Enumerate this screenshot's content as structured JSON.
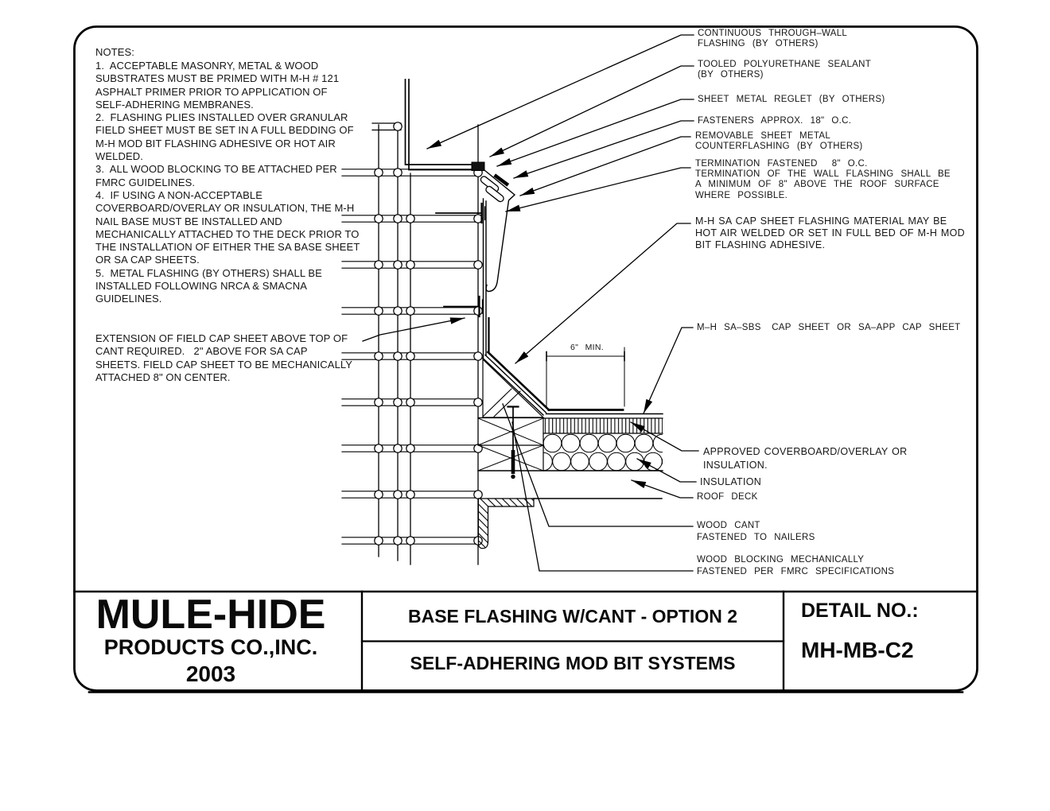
{
  "colors": {
    "line": "#000000",
    "background": "#ffffff"
  },
  "notes": {
    "title": "NOTES:",
    "body": "1.  ACCEPTABLE MASONRY, METAL & WOOD\nSUBSTRATES MUST BE PRIMED WITH M-H # 121\nASPHALT PRIMER PRIOR TO APPLICATION OF\nSELF-ADHERING MEMBRANES.\n2.  FLASHING PLIES INSTALLED OVER GRANULAR\nFIELD SHEET MUST BE SET IN A FULL BEDDING OF\nM-H MOD BIT FLASHING ADHESIVE OR HOT AIR\nWELDED.\n3.  ALL WOOD BLOCKING TO BE ATTACHED PER\nFMRC GUIDELINES.\n4.  IF USING A NON-ACCEPTABLE\nCOVERBOARD/OVERLAY OR INSULATION, THE M-H\nNAIL BASE MUST BE INSTALLED AND\nMECHANICALLY ATTACHED TO THE DECK PRIOR TO\nTHE INSTALLATION OF EITHER THE SA BASE SHEET\nOR SA CAP SHEETS.\n5.  METAL FLASHING (BY OTHERS) SHALL BE\nINSTALLED FOLLOWING NRCA & SMACNA\nGUIDELINES."
  },
  "extension_note": "EXTENSION OF FIELD CAP SHEET ABOVE TOP OF\nCANT REQUIRED.   2\" ABOVE FOR SA CAP\nSHEETS. FIELD CAP SHEET TO BE MECHANICALLY\nATTACHED 8\" ON CENTER.",
  "callouts": {
    "through_wall_flashing": "CONTINUOUS  THROUGH–WALL\nFLASHING  (BY  OTHERS)",
    "sealant": "TOOLED  POLYURETHANE  SEALANT\n(BY  OTHERS)",
    "reglet": "SHEET  METAL  REGLET  (BY  OTHERS)",
    "fasteners": "FASTENERS  APPROX.  18\"  O.C.",
    "counterflashing": "REMOVABLE  SHEET  METAL\nCOUNTERFLASHING  (BY  OTHERS)",
    "termination": "TERMINATION  FASTENED    8\"  O.C.\nTERMINATION  OF  THE  WALL  FLASHING  SHALL  BE\nA  MINIMUM  OF  8\"  ABOVE  THE  ROOF  SURFACE\nWHERE  POSSIBLE.",
    "cap_sheet_adhesive": "M-H SA CAP SHEET FLASHING MATERIAL MAY BE\nHOT AIR WELDED OR SET IN FULL BED OF M-H MOD\nBIT FLASHING ADHESIVE.",
    "cap_sheet": "M–H  SA–SBS   CAP  SHEET  OR  SA–APP  CAP  SHEET",
    "coverboard": "APPROVED COVERBOARD/OVERLAY OR\nINSULATION.",
    "insulation": "INSULATION",
    "roof_deck": "ROOF  DECK",
    "wood_cant": "WOOD  CANT\nFASTENED  TO  NAILERS",
    "wood_blocking": "WOOD  BLOCKING  MECHANICALLY\nFASTENED  PER  FMRC  SPECIFICATIONS"
  },
  "dimension": "6\"  MIN.",
  "title_block": {
    "company_name": "MULE-HIDE",
    "company_sub": "PRODUCTS CO.,INC.",
    "year": "2003",
    "title_line1": "BASE FLASHING W/CANT - OPTION 2",
    "title_line2": "SELF-ADHERING MOD BIT SYSTEMS",
    "detail_label": "DETAIL NO.:",
    "detail_number": "MH-MB-C2"
  }
}
